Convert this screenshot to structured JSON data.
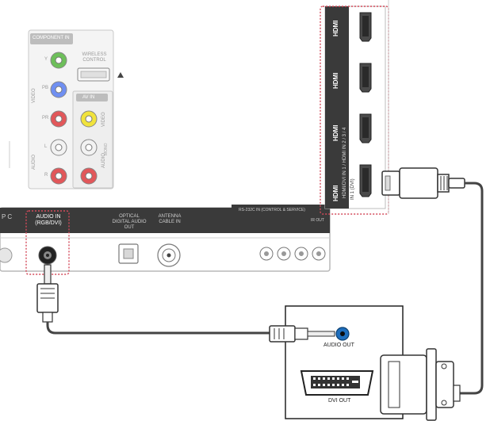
{
  "panel": {
    "component_in_label": "COMPONENT IN",
    "component_y": "Y",
    "component_pb": "PB",
    "component_pr": "PR",
    "video_label": "VIDEO",
    "audio_label": "AUDIO",
    "audio_l": "L",
    "audio_r": "R",
    "wireless_control": "WIRELESS CONTROL",
    "av_in_label": "AV IN",
    "av_video": "VIDEO",
    "av_audio": "AUDIO",
    "mono": "MONO",
    "audio_in_rgb_dvi": "AUDIO IN (RGB/DVI)",
    "optical_digital_audio_out": "OPTICAL DIGITAL AUDIO OUT",
    "antenna_cable_in": "ANTENNA CABLE IN",
    "rs232c": "RS-232C IN (CONTROL & SERVICE)",
    "ir_out": "IR OUT",
    "partial_label": "P C"
  },
  "hdmi": {
    "ports": [
      "HDMI",
      "HDMI",
      "HDMI",
      "HDMI"
    ],
    "port_label_dvi": "HDMI/DVI IN 1 / HDMI IN 2 / 3 / 4",
    "in1": "IN 1 (DVI)"
  },
  "device": {
    "audio_out": "AUDIO OUT",
    "dvi_out": "DVI OUT"
  },
  "colors": {
    "port_green": "#6dbf5a",
    "port_blue": "#6f8ff2",
    "port_red": "#e2575a",
    "port_yellow": "#f1e33c",
    "dotted_red": "#d44a5a",
    "audio_jack_blue": "#1e6ebd"
  }
}
